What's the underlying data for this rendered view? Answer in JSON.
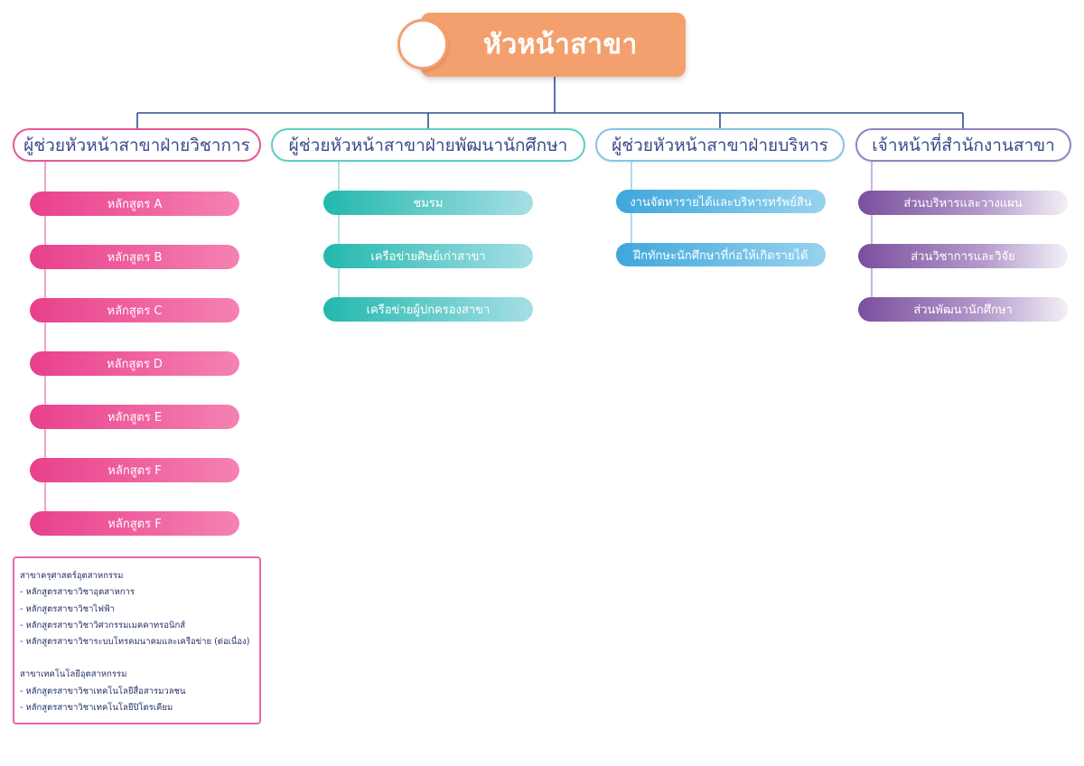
{
  "root": {
    "title": "หัวหน้าสาขา"
  },
  "line_color": "#2f4f8f",
  "branches": [
    {
      "title": "ผู้ช่วยหัวหน้าสาขาฝ่ายวิชาการ",
      "accent": "#e8579a",
      "items": [
        "หลักสูตร A",
        "หลักสูตร B",
        "หลักสูตร C",
        "หลักสูตร D",
        "หลักสูตร E",
        "หลักสูตร F",
        "หลักสูตร F"
      ]
    },
    {
      "title": "ผู้ช่วยหัวหน้าสาขาฝ่ายพัฒนานักศึกษา",
      "accent": "#5ecfc7",
      "items": [
        "ชมรม",
        "เครือข่ายศิษย์เก่าสาขา",
        "เครือข่ายผู้ปกครองสาขา"
      ]
    },
    {
      "title": "ผู้ช่วยหัวหน้าสาขาฝ่ายบริหาร",
      "accent": "#7fc5e8",
      "items": [
        "งานจัดหารายได้และบริหารทรัพย์สิน",
        "ฝึกทักษะนักศึกษาที่ก่อให้เกิดรายได้"
      ]
    },
    {
      "title": "เจ้าหน้าที่สำนักงานสาขา",
      "accent": "#9184c4",
      "items": [
        "ส่วนบริหารและวางแผน",
        "ส่วนวิชาการและวิจัย",
        "ส่วนพัฒนานักศึกษา"
      ]
    }
  ],
  "note": {
    "group1_title": "สาขาครุศาสตร์อุตสาหกรรม",
    "group1_items": [
      "- หลักสูตรสาขาวิชาอุตสาหการ",
      "- หลักสูตรสาขาวิชาไฟฟ้า",
      "- หลักสูตรสาขาวิชาวิศวกรรมเมคคาทรอนิกส์",
      "- หลักสูตรสาขาวิชาระบบโทรคมนาคมและเครือข่าย (ต่อเนื่อง)"
    ],
    "group2_title": "สาขาเทคโนโลยีอุตสาหกรรม",
    "group2_items": [
      "- หลักสูตรสาขาวิชาเทคโนโลยีสื่อสารมวลชน",
      "- หลักสูตรสาขาวิชาเทคโนโลยีปิโตรเคียม"
    ]
  }
}
